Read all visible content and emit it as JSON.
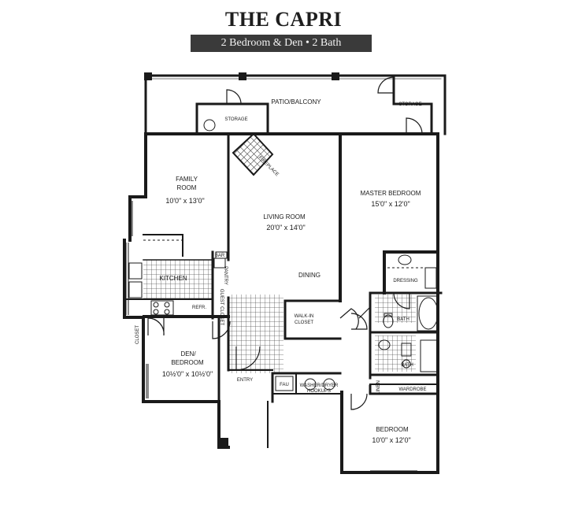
{
  "title": "THE CAPRI",
  "subtitle": "2 Bedroom & Den • 2 Bath",
  "rooms": {
    "patio": "PATIO/BALCONY",
    "storage_left": "STORAGE",
    "storage_right": "STORAGE",
    "fireplace": "FIREPLACE",
    "family_room": {
      "name": "FAMILY",
      "name2": "ROOM",
      "size": "10'0\" x 13'0\""
    },
    "living_room": {
      "name": "LIVING ROOM",
      "size": "20'0\" x 14'0\""
    },
    "dining": "DINING",
    "master_bedroom": {
      "name": "MASTER BEDROOM",
      "size": "15'0\" x 12'0\""
    },
    "kitchen": "KITCHEN",
    "bar": "BAR",
    "pantry": "PANTRY",
    "refr": "REFR.",
    "guest_closet": "GUEST CLOSET",
    "closet": "CLOSET",
    "den": {
      "name": "DEN/",
      "name2": "BEDROOM",
      "size": "10½'0\" x 10½'0\""
    },
    "walk_in_closet": {
      "name": "WALK-IN",
      "name2": "CLOSET"
    },
    "dressing": "DRESSING",
    "bath_master": "BATH",
    "bath_second": "BATH",
    "entry": "ENTRY",
    "fau": "FAU",
    "washer_dryer": {
      "name": "WASHER/DRYER",
      "name2": "HOOKUPS"
    },
    "linen": "LINEN",
    "wardrobe": "WARDROBE",
    "bedroom": {
      "name": "BEDROOM",
      "size": "10'0\" x 12'0\""
    }
  }
}
